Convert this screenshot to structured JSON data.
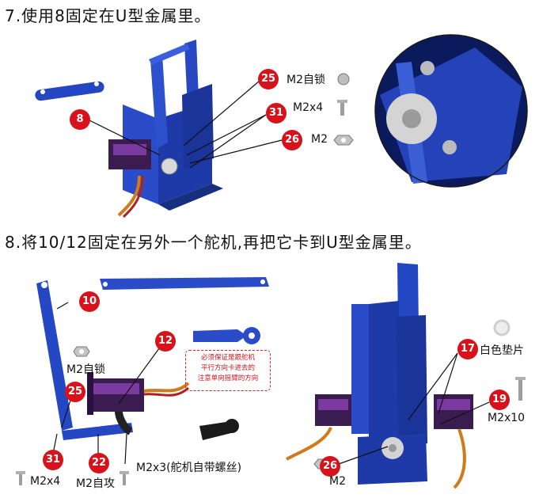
{
  "step7": {
    "title": "7.使用8固定在U型金属里。",
    "callouts": {
      "c25": "25",
      "c31": "31",
      "c26": "26",
      "c8": "8"
    },
    "labels": {
      "m2_self_lock": "M2自锁",
      "m2x4": "M2x4",
      "m2": "M2"
    }
  },
  "step8": {
    "title": "8.将10/12固定在另外一个舵机,再把它卡到U型金属里。",
    "callouts": {
      "c10": "10",
      "c12": "12",
      "c25": "25",
      "c31": "31",
      "c22": "22",
      "c17": "17",
      "c19": "19",
      "c26": "26"
    },
    "labels": {
      "m2_self_lock": "M2自锁",
      "m2x4": "M2x4",
      "m2_self_tap": "M2自攻",
      "m2x3": "M2x3(舵机自带螺丝)",
      "white_washer": "白色垫片",
      "m2x10": "M2x10",
      "m2": "M2"
    },
    "note": {
      "line1": "必须保证是跟舵机",
      "line2": "平行方向卡进去的",
      "line3": "注意单向摇臂的方向"
    }
  },
  "colors": {
    "callout": "#d8121a",
    "metal_blue": "#1f3fb8",
    "servo_purple": "#5a2a7a",
    "dark_navy": "#0a1a5c"
  }
}
